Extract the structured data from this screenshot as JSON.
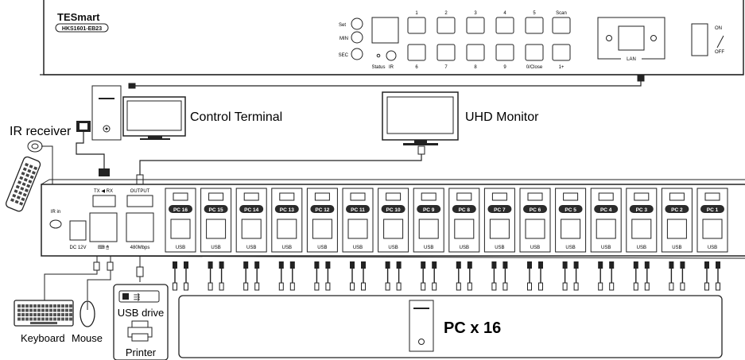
{
  "top_unit": {
    "brand": "TESmart",
    "model": "HKS1601-EB23",
    "side_buttons": [
      "Set",
      "MIN",
      "SEC"
    ],
    "status_label": "Status",
    "ir_label": "IR",
    "top_button_labels": [
      "1",
      "2",
      "3",
      "4",
      "5",
      "Scan"
    ],
    "bottom_button_labels": [
      "6",
      "7",
      "8",
      "9",
      "0/Close",
      "1+"
    ],
    "lan_label": "LAN",
    "power_on": "ON",
    "power_off": "OFF"
  },
  "labels": {
    "control_terminal": "Control Terminal",
    "uhd_monitor": "UHD Monitor",
    "ir_receiver": "IR receiver",
    "keyboard": "Keyboard",
    "mouse": "Mouse",
    "usb_drive": "USB drive",
    "printer": "Printer",
    "pc_count": "PC x 16"
  },
  "rear_unit": {
    "ir_in": "IR in",
    "dc": "DC 12V",
    "tx_rx": "TX ◀ RX",
    "output": "OUTPUT",
    "usb_speed": "480Mbps",
    "port_usb_label": "USB",
    "pc_ports": [
      "PC 16",
      "PC 15",
      "PC 14",
      "PC 13",
      "PC 12",
      "PC 11",
      "PC 10",
      "PC 9",
      "PC 8",
      "PC 7",
      "PC 6",
      "PC 5",
      "PC 4",
      "PC 3",
      "PC 2",
      "PC 1"
    ]
  },
  "colors": {
    "line": "#222222",
    "badge": "#2b2b2b",
    "badge_text": "#ffffff"
  }
}
